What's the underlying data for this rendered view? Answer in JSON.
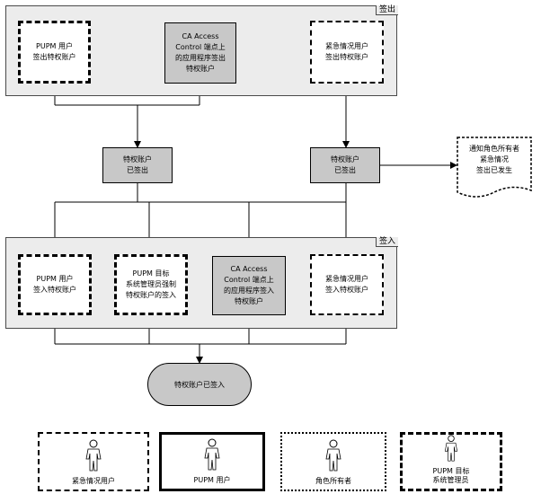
{
  "sections": {
    "logout_label": "签出",
    "login_label": "签入"
  },
  "logout_boxes": {
    "pupm_user": "PUPM 用户\n签出特权账户",
    "ca_access": "CA Access\nControl 端点上\n的应用程序签出\n特权账户",
    "emergency": "紧急情况用户\n签出特权账户"
  },
  "middle": {
    "checked_out_left": "特权账户\n已签出",
    "checked_out_right": "特权账户\n已签出",
    "notify_doc": "通知角色所有者\n紧急情况\n签出已发生"
  },
  "login_boxes": {
    "pupm_user": "PUPM 用户\n签入特权账户",
    "pupm_admin": "PUPM 目标\n系统管理员强制\n特权账户的签入",
    "ca_access": "CA Access\nControl 端点上\n的应用程序签入\n特权账户",
    "emergency": "紧急情况用户\n签入特权账户"
  },
  "terminal": "特权账户已签入",
  "legend": [
    {
      "label": "紧急情况用户",
      "icon": "person-icon",
      "border": "dashed"
    },
    {
      "label": "PUPM 用户",
      "icon": "person-icon",
      "border": "solid"
    },
    {
      "label": "角色所有者",
      "icon": "person-icon",
      "border": "dotted"
    },
    {
      "label": "PUPM 目标\n系统管理员",
      "icon": "person-icon",
      "border": "dash-dot"
    }
  ]
}
